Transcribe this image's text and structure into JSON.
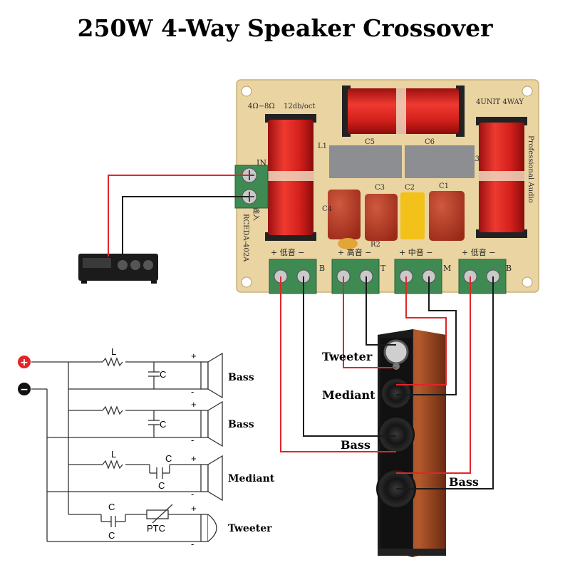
{
  "title": "250W 4-Way Speaker Crossover",
  "board": {
    "impedance": "4Ω−8Ω",
    "slope": "12db/oct",
    "units": "4UNIT 4WAY",
    "brand_text": "Professional Audio",
    "model": "RCEDA-402A",
    "input_label": "IN",
    "input_cn": "输入",
    "component_labels": {
      "c5": "C5",
      "c6": "C6",
      "c3": "C3",
      "c2": "C2",
      "c1": "C1",
      "c4": "C4",
      "l1": "L1",
      "l3": "L3",
      "r2": "R2"
    },
    "terminals": [
      {
        "sign": "+ 低音 −",
        "tag": "B"
      },
      {
        "sign": "+ 高音 −",
        "tag": "T"
      },
      {
        "sign": "+ 中音 −",
        "tag": "M"
      },
      {
        "sign": "+ 低音 −",
        "tag": "B"
      }
    ]
  },
  "speaker_labels": {
    "tweeter": "Tweeter",
    "mediant": "Mediant",
    "bass_left": "Bass",
    "bass_right": "Bass"
  },
  "schematic": {
    "plus_symbol": "+",
    "minus_symbol": "−",
    "branches": [
      {
        "label": "Bass",
        "inductor": "L",
        "cap": "C",
        "plus": "+",
        "minus": "-"
      },
      {
        "label": "Bass",
        "inductor": "",
        "cap": "C",
        "plus": "+",
        "minus": "-"
      },
      {
        "label": "Mediant",
        "inductor": "L",
        "cap_top": "C",
        "cap_bot": "C",
        "plus": "+",
        "minus": "-"
      },
      {
        "label": "Tweeter",
        "cap_top": "C",
        "cap_bot": "C",
        "resistor": "PTC",
        "plus": "+",
        "minus": "-"
      }
    ]
  },
  "colors": {
    "pcb": "#e9d4a2",
    "wire_red": "#e0262a",
    "wire_black": "#1a1a1a",
    "coil": "#d8201e",
    "terminal": "#3e8a52",
    "cabinet": "#8a3e1f"
  }
}
